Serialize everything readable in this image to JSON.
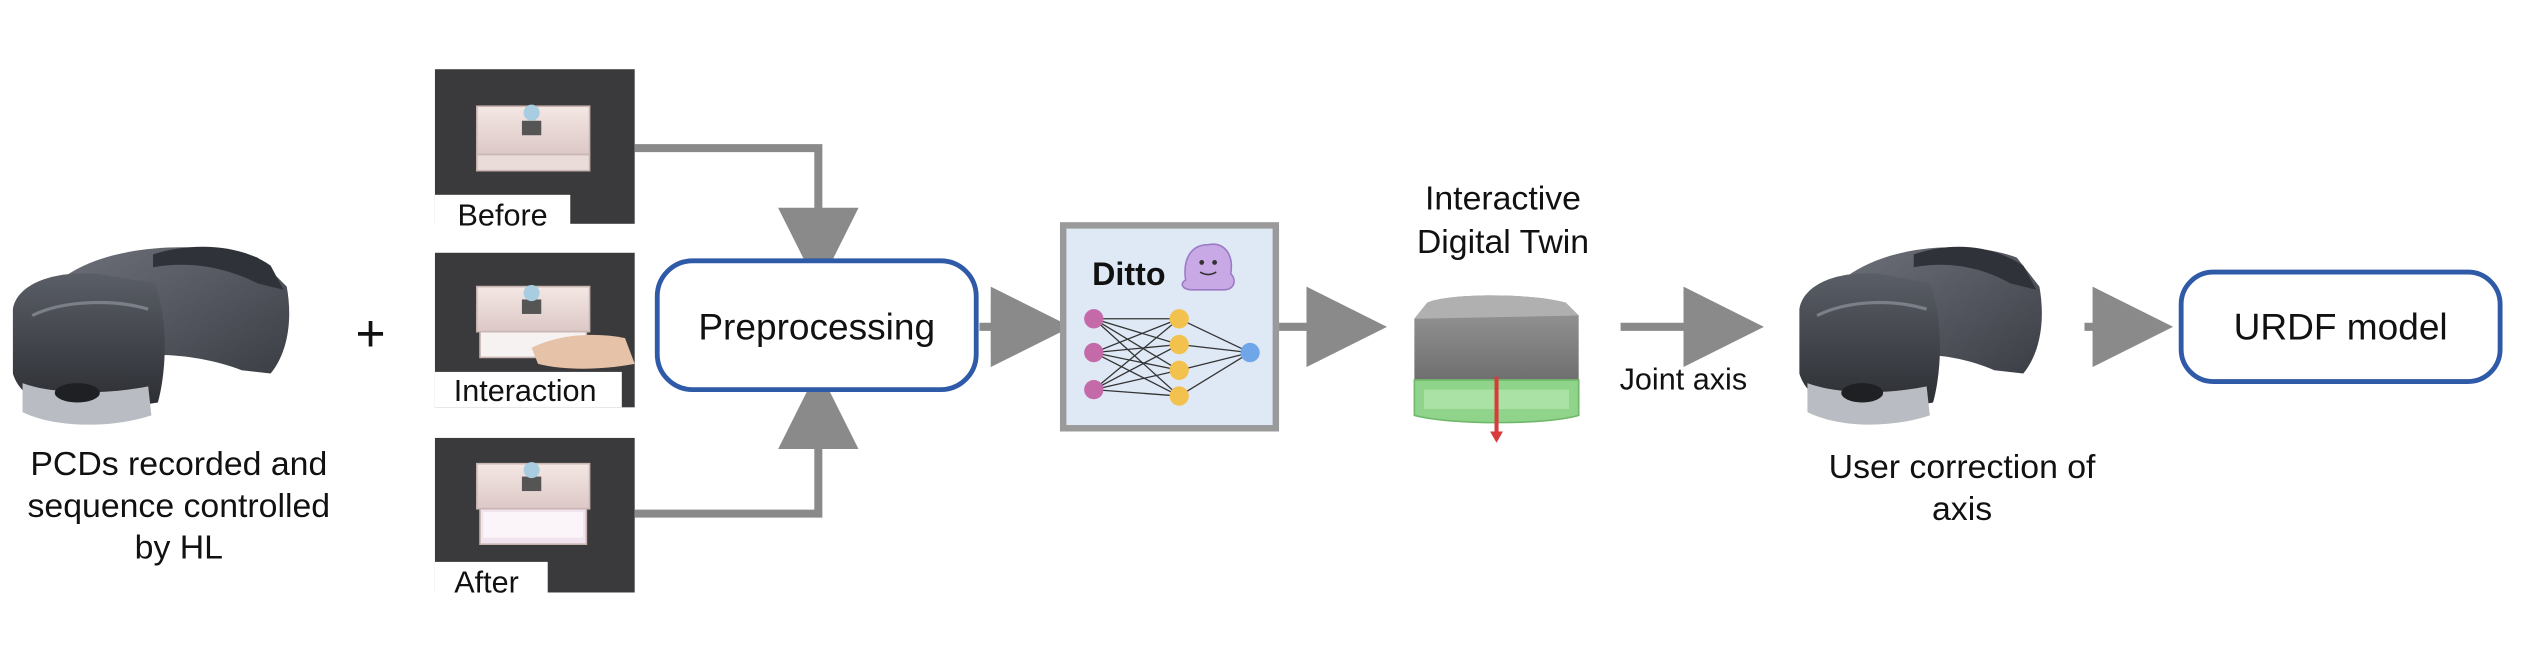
{
  "headset_left": {
    "caption_lines": [
      "PCDs recorded and",
      "sequence controlled",
      "by HL"
    ],
    "plus_sign": "+"
  },
  "frames": [
    {
      "label": "Before"
    },
    {
      "label": "Interaction"
    },
    {
      "label": "After"
    }
  ],
  "preprocessing": {
    "label": "Preprocessing"
  },
  "ditto": {
    "label": "Ditto"
  },
  "digital_twin": {
    "title_lines": [
      "Interactive",
      "Digital Twin"
    ]
  },
  "joint_axis": {
    "label": "Joint axis"
  },
  "headset_right": {
    "caption_lines": [
      "User correction of",
      "axis"
    ]
  },
  "urdf": {
    "label": "URDF model"
  },
  "colors": {
    "arrow": "#8a8a8a",
    "box_border": "#2f5aa8",
    "ditto_border": "#9a9a9a",
    "ditto_bg": "#dfe9f6",
    "node_pink": "#c46aa8",
    "node_yellow": "#f2c14e",
    "node_blue": "#6fa6e8",
    "mesh_gray": "#8b8b8b",
    "mesh_green": "#8fd48a",
    "axis_red": "#d93a3a"
  },
  "icons": [
    "mixed-reality-headset-icon",
    "ditto-mascot-icon",
    "neural-network-icon"
  ]
}
